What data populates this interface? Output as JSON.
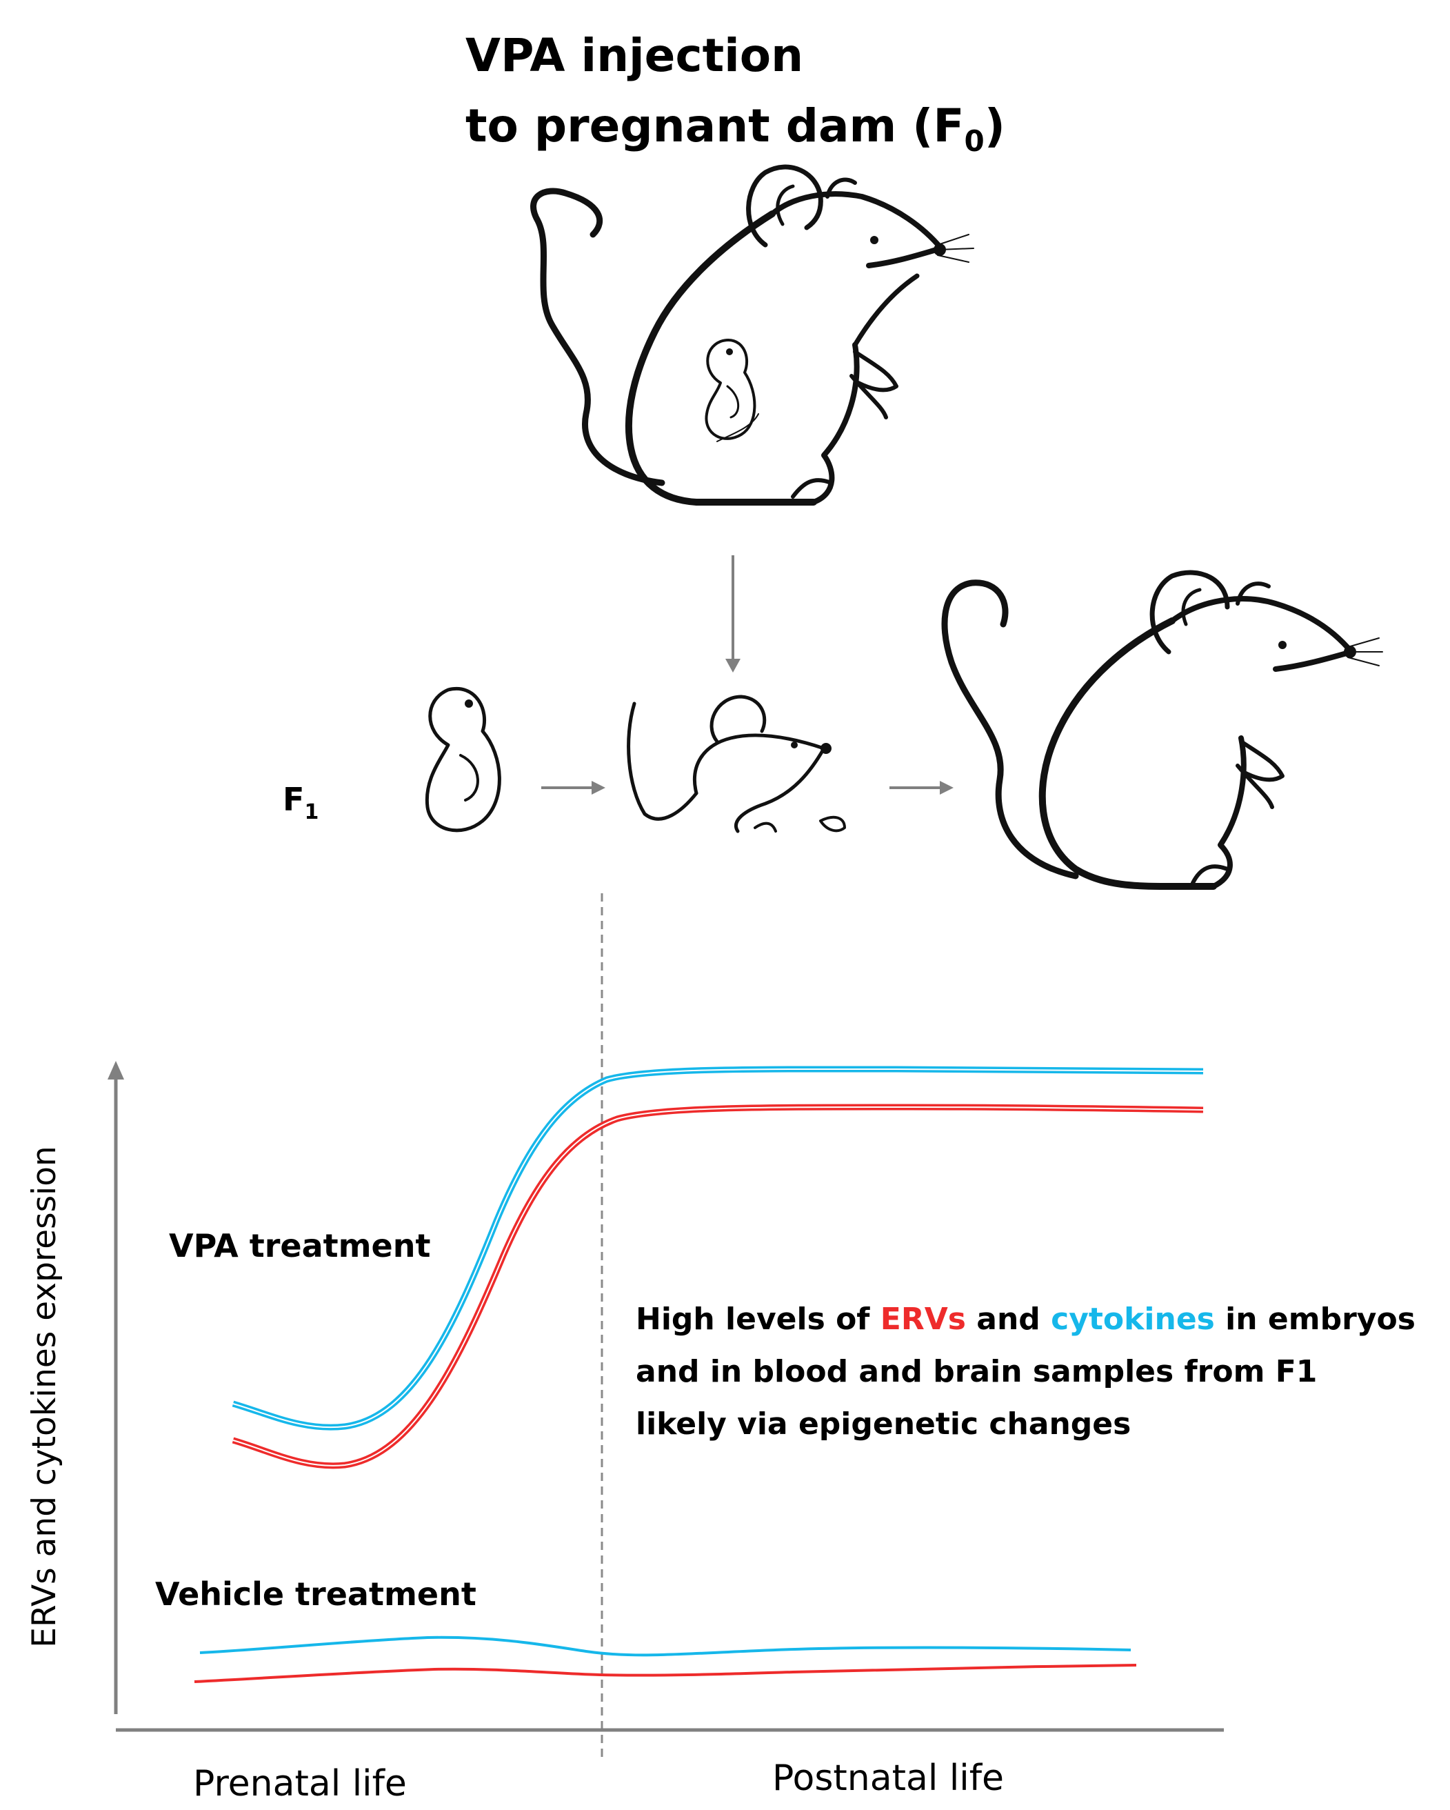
{
  "title": {
    "line1": "VPA injection",
    "line2_prefix": "to pregnant dam (F",
    "line2_sub": "0",
    "line2_suffix": ")"
  },
  "generation": {
    "label": "F",
    "sub": "1"
  },
  "groups": {
    "vpa": "VPA treatment",
    "vehicle": "Vehicle treatment"
  },
  "annotation": {
    "prefix": "High levels of ",
    "ervs": "ERVs",
    "and": " and ",
    "cytokines": "cytokines",
    "suffix": " in embryos",
    "line2": "and in blood and brain samples from F1",
    "line3": "likely via epigenetic changes"
  },
  "axes": {
    "ylabel": "ERVs and cytokines expression",
    "x_left": "Prenatal life",
    "x_right": "Postnatal life"
  },
  "colors": {
    "ervs": "#ee2b2b",
    "cytokines": "#16b7ea",
    "axis": "#808080",
    "ink": "#111111"
  },
  "chart_data": {
    "type": "line",
    "xlabel_regions": [
      "Prenatal life",
      "Postnatal life"
    ],
    "ylabel": "ERVs and cytokines expression",
    "series": [
      {
        "name": "cytokines",
        "group": "VPA treatment",
        "color": "#16b7ea",
        "trend": "low in prenatal life, sharp rise near birth, high plateau in postnatal life"
      },
      {
        "name": "ERVs",
        "group": "VPA treatment",
        "color": "#ee2b2b",
        "trend": "low in prenatal life, sharp rise near birth, high plateau in postnatal life"
      },
      {
        "name": "cytokines",
        "group": "Vehicle treatment",
        "color": "#16b7ea",
        "trend": "low and flat"
      },
      {
        "name": "ERVs",
        "group": "Vehicle treatment",
        "color": "#ee2b2b",
        "trend": "low and flat"
      }
    ]
  }
}
